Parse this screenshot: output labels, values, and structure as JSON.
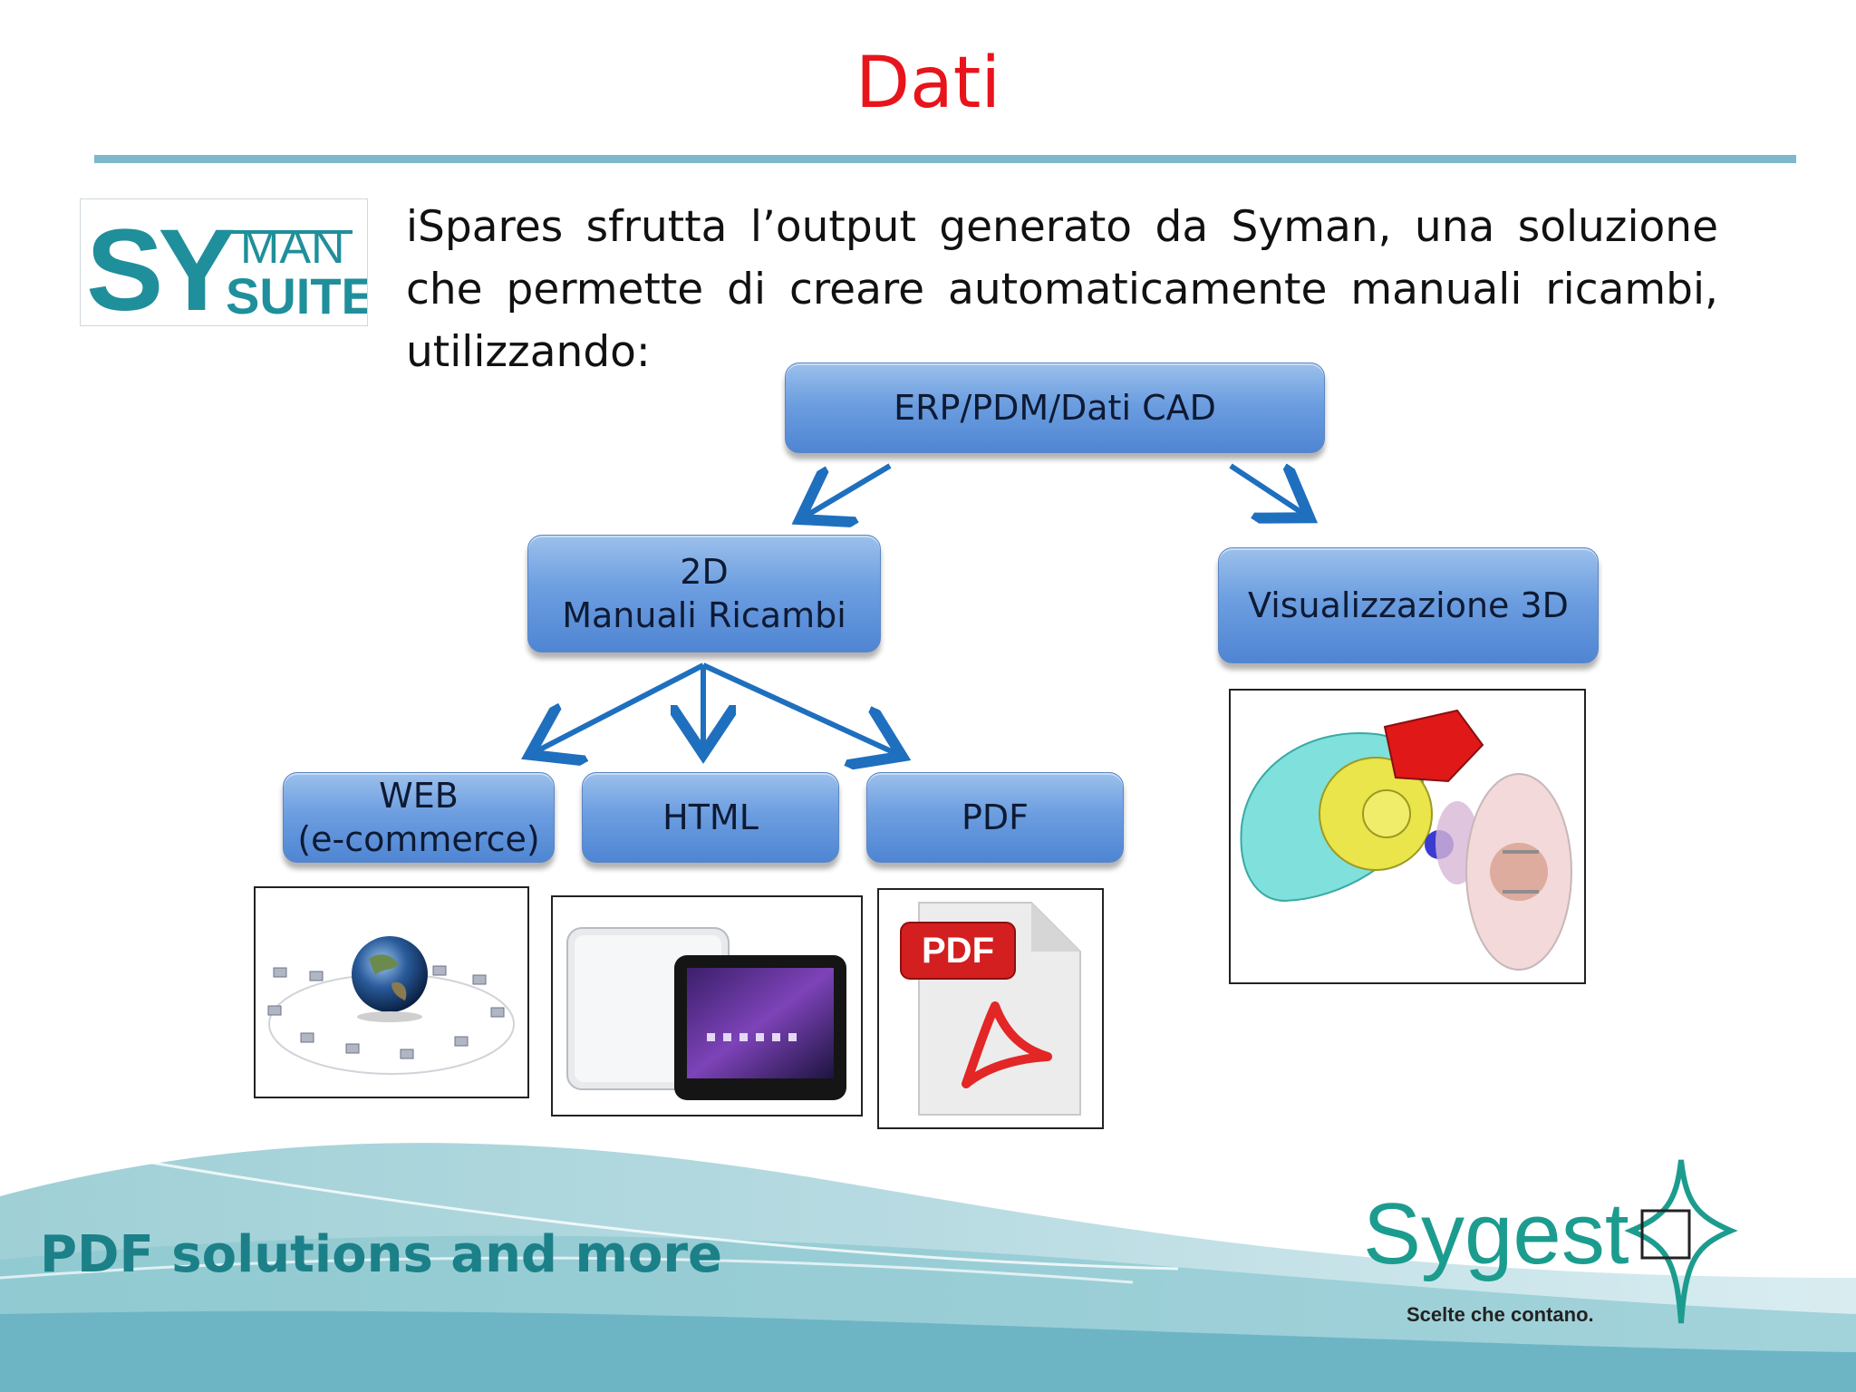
{
  "title": "Dati",
  "logo_left": {
    "top_line1": "SY",
    "top_line2": "MAN",
    "bottom_line": "SUITE"
  },
  "intro_text": "iSpares sfrutta l’output generato da Syman, una soluzione che permette di creare automaticamente  manuali ricambi, utilizzando:",
  "diagram": {
    "root": "ERP/PDM/Dati CAD",
    "node_2d_line1": "2D",
    "node_2d_line2": "Manuali Ricambi",
    "node_3d": "Visualizzazione 3D",
    "node_web_line1": "WEB",
    "node_web_line2": "(e-commerce)",
    "node_html": "HTML",
    "node_pdf": "PDF"
  },
  "pdf_badge": "PDF",
  "footer_text": "PDF solutions and more",
  "brand": {
    "name": "Sygest",
    "tagline": "Scelte che contano."
  },
  "colors": {
    "title": "#e8141b",
    "rule": "#7db8cc",
    "box": "#5b8fd9",
    "arrow": "#1f6fbf",
    "footer": "#1c8088"
  }
}
